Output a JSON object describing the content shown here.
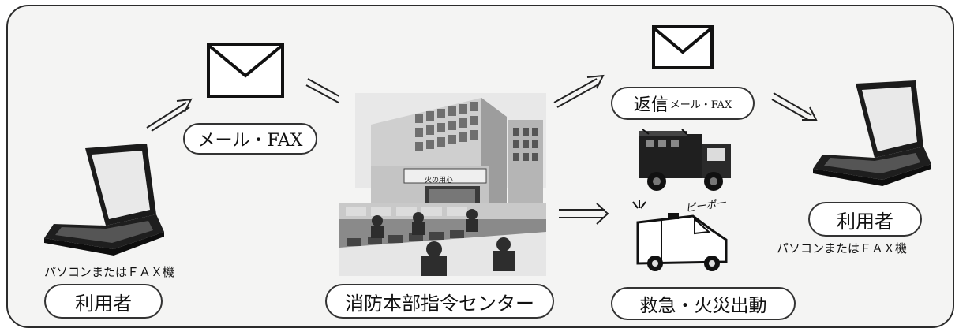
{
  "sender": {
    "device_caption": "パソコンまたはＦＡＸ機",
    "label": "利用者"
  },
  "message": {
    "label": "メール・FAX"
  },
  "center": {
    "label": "消防本部指令センター",
    "sign_text": "火の用心"
  },
  "reply": {
    "label_main": "返信",
    "label_sub": "メール・FAX"
  },
  "dispatch": {
    "label": "救急・火災出動",
    "siren_text": "ピーポー"
  },
  "receiver": {
    "label": "利用者",
    "device_caption": "パソコンまたはＦＡＸ機"
  }
}
